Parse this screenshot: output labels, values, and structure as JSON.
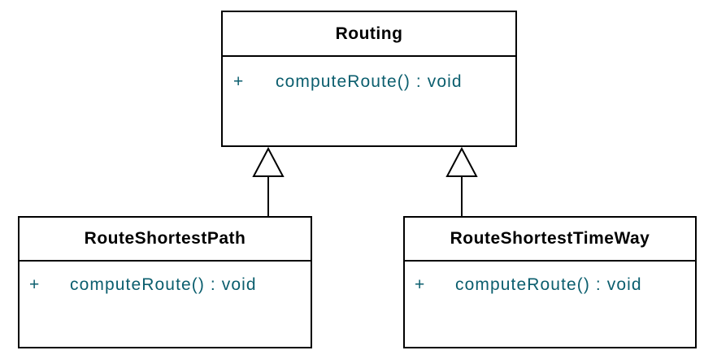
{
  "diagram": {
    "kind": "uml-class-diagram",
    "colors": {
      "border": "#000000",
      "background": "#ffffff",
      "title_text": "#000000",
      "member_text": "#0b5e6e"
    },
    "classes": [
      {
        "name": "Routing",
        "visibility": "+",
        "method": "computeRoute() : void"
      },
      {
        "name": "RouteShortestPath",
        "visibility": "+",
        "method": "computeRoute() : void"
      },
      {
        "name": "RouteShortestTimeWay",
        "visibility": "+",
        "method": "computeRoute() : void"
      }
    ],
    "relations": [
      {
        "type": "generalization",
        "from": "RouteShortestPath",
        "to": "Routing"
      },
      {
        "type": "generalization",
        "from": "RouteShortestTimeWay",
        "to": "Routing"
      }
    ]
  }
}
